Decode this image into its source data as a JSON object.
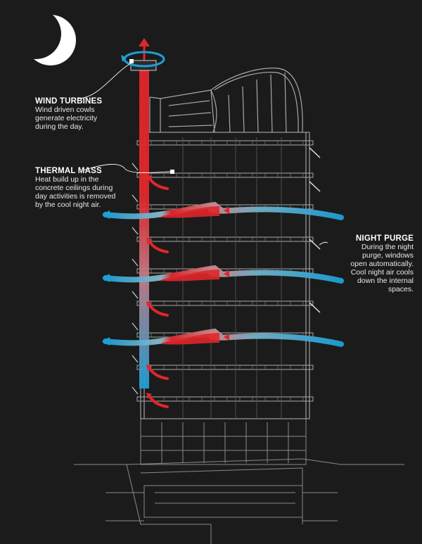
{
  "colors": {
    "background": "#1b1b1b",
    "structure": "#9a9a9a",
    "warm_air": "#e0262b",
    "cool_air": "#1e9fd6",
    "moon": "#ffffff"
  },
  "icons": {
    "moon": "crescent-moon-icon",
    "turbine": "wind-turbine-cowl-icon"
  },
  "labels": {
    "wind_turbines": {
      "title": "WIND TURBINES",
      "body": [
        "Wind driven cowls",
        "generate electricity",
        "during the day."
      ]
    },
    "thermal_mass": {
      "title": "THERMAL MASS",
      "body": [
        "Heat build up in the",
        "concrete ceilings during",
        "day activities is removed",
        "by the cool night air."
      ]
    },
    "night_purge": {
      "title": "NIGHT PURGE",
      "body": [
        "During the night",
        "purge, windows",
        "open automatically.",
        "Cool night air cools",
        "down the internal",
        "spaces."
      ]
    }
  }
}
